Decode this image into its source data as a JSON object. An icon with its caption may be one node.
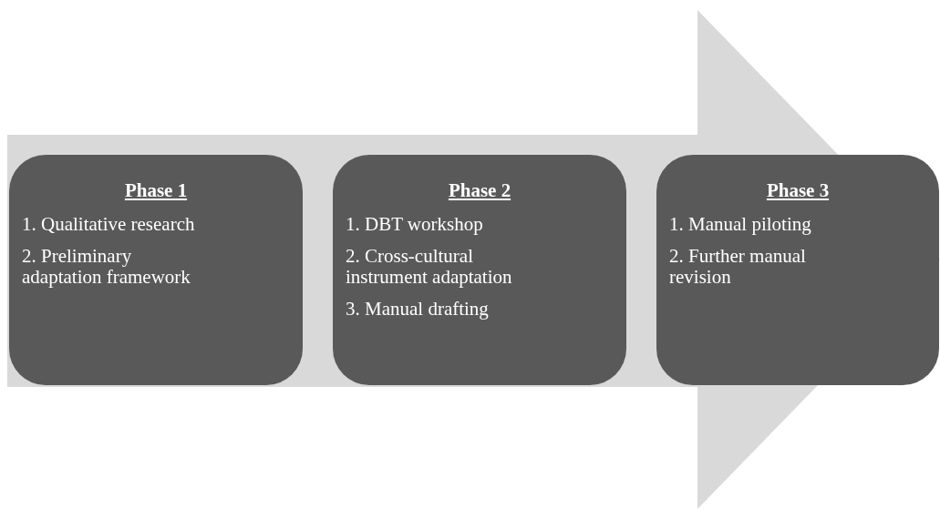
{
  "diagram": {
    "nodes": [
      {
        "text": [
          "Phase 1",
          "1. Qualitative research",
          "2. Preliminary adaptation framework"
        ]
      },
      {
        "text": [
          "Phase 2",
          "1. DBT workshop",
          "2. Cross-cultural instrument adaptation",
          "3. Manual drafting"
        ]
      },
      {
        "text": [
          "Phase 3",
          "1. Manual piloting",
          "2. Further manual revision"
        ]
      }
    ],
    "edges": [
      {
        "from": 0,
        "to": 2,
        "arrow": "to"
      }
    ]
  }
}
